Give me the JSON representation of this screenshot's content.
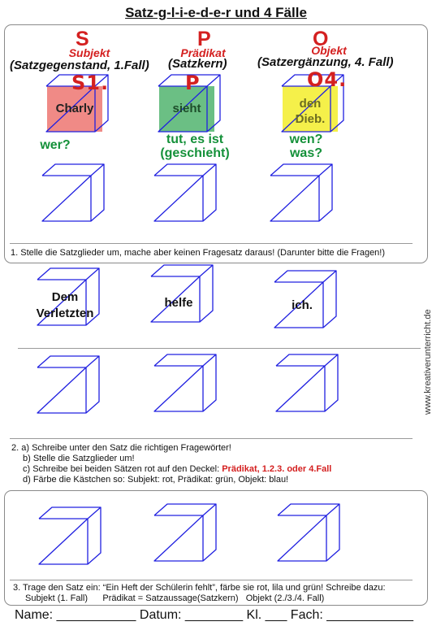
{
  "title": "Satz-g-l-i-e-d-e-r und 4 Fälle",
  "columns": [
    {
      "letter": "S",
      "role": "Subjekt",
      "desc": "(Satzgegenstand, 1.Fall)",
      "lid": "S1.",
      "word": "Charly",
      "question": "wer?",
      "color": "#f08a86"
    },
    {
      "letter": "P",
      "role": "Prädikat",
      "desc": "(Satzkern)",
      "lid": "P",
      "word": "sieht",
      "question": "tut, es ist (geschieht)",
      "color": "#6bbf84"
    },
    {
      "letter": "O",
      "role": "Objekt",
      "desc": "(Satzergänzung, 4. Fall)",
      "lid": "O4.",
      "word": "den Dieb.",
      "question": "wen? was?",
      "color": "#f5f04a"
    }
  ],
  "task1": "1. Stelle die Satzglieder um, mache aber keinen Fragesatz daraus! (Darunter bitte die Fragen!)",
  "sentence2": [
    "Dem Verletzten",
    "helfe",
    "ich."
  ],
  "task2": {
    "a": "2. a) Schreibe unter den Satz die richtigen Fragewörter!",
    "b": "b) Stelle die Satzglieder um!",
    "c_text": "c) Schreibe bei beiden Sätzen rot auf den Deckel:",
    "c_red": "Prädikat, 1.2.3. oder 4.Fall",
    "d": "d) Färbe die Kästchen so: Subjekt: rot, Prädikat: grün, Objekt: blau!"
  },
  "task3": {
    "line1": "3. Trage den Satz ein: “Ein Heft der Schülerin fehlt”, färbe sie rot, lila und grün! Schreibe dazu:",
    "line2": "Subjekt (1. Fall)      Prädikat = Satzaussage(Satzkern)   Objekt (2./3./4. Fall)"
  },
  "footer": "Name: ___________ Datum: ________ Kl. ___ Fach: ____________",
  "side_text": "www.kreativerunterricht.de",
  "colors": {
    "red": "#d42020",
    "green": "#15913a",
    "cube": "#2020e0"
  }
}
